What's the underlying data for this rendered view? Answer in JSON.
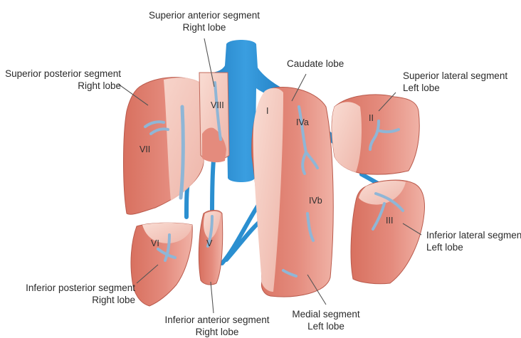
{
  "diagram": {
    "colors": {
      "liver_fill": "#e27f72",
      "liver_fill_light": "#f2b6ab",
      "liver_shadow": "#c86456",
      "cut_surface": "#f6d2c8",
      "vein": "#2b8fd0",
      "vein_dark": "#1e78b8",
      "vessel_in_tissue": "#8fb6d6",
      "text": "#2a2a2a"
    },
    "segments": [
      {
        "roman": "I"
      },
      {
        "roman": "II"
      },
      {
        "roman": "III"
      },
      {
        "roman": "IVa"
      },
      {
        "roman": "IVb"
      },
      {
        "roman": "V"
      },
      {
        "roman": "VI"
      },
      {
        "roman": "VII"
      },
      {
        "roman": "VIII"
      }
    ],
    "labels": {
      "sup_ant": {
        "line1": "Superior anterior segment",
        "line2": "Right lobe"
      },
      "sup_post": {
        "line1": "Superior posterior segment",
        "line2": "Right lobe"
      },
      "caudate": {
        "line1": "Caudate lobe"
      },
      "sup_lat": {
        "line1": "Superior lateral segment",
        "line2": "Left lobe"
      },
      "inf_lat": {
        "line1": "Inferior lateral segment",
        "line2": "Left lobe"
      },
      "inf_post": {
        "line1": "Inferior posterior segment",
        "line2": "Right lobe"
      },
      "inf_ant": {
        "line1": "Inferior anterior segment",
        "line2": "Right lobe"
      },
      "medial": {
        "line1": "Medial segment",
        "line2": "Left lobe"
      }
    }
  }
}
